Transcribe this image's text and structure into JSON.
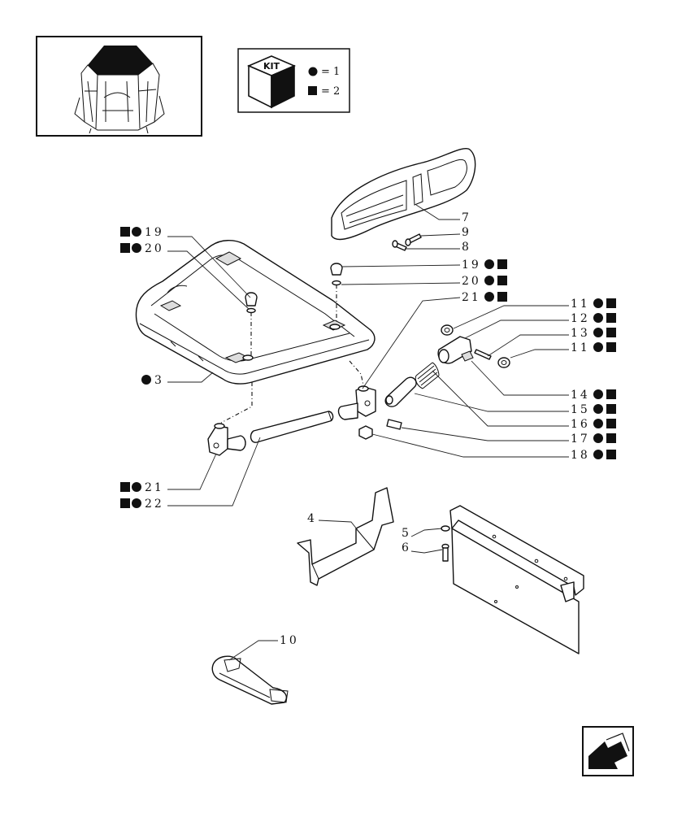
{
  "kit_legend": {
    "kit_label": "KIT",
    "circle_value": "1",
    "square_value": "2",
    "equals": "="
  },
  "callouts": [
    {
      "id": "c7",
      "number": "7",
      "circle": false,
      "square": false,
      "side": "right"
    },
    {
      "id": "c9",
      "number": "9",
      "circle": false,
      "square": false,
      "side": "right"
    },
    {
      "id": "c8",
      "number": "8",
      "circle": false,
      "square": false,
      "side": "right"
    },
    {
      "id": "c19r",
      "number": "19",
      "circle": true,
      "square": true,
      "side": "right"
    },
    {
      "id": "c20r",
      "number": "20",
      "circle": true,
      "square": true,
      "side": "right"
    },
    {
      "id": "c21r",
      "number": "21",
      "circle": true,
      "square": true,
      "side": "right"
    },
    {
      "id": "c11a",
      "number": "11",
      "circle": true,
      "square": true,
      "side": "right"
    },
    {
      "id": "c12",
      "number": "12",
      "circle": true,
      "square": true,
      "side": "right"
    },
    {
      "id": "c13",
      "number": "13",
      "circle": true,
      "square": true,
      "side": "right"
    },
    {
      "id": "c11b",
      "number": "11",
      "circle": true,
      "square": true,
      "side": "right"
    },
    {
      "id": "c14",
      "number": "14",
      "circle": true,
      "square": true,
      "side": "right"
    },
    {
      "id": "c15",
      "number": "15",
      "circle": true,
      "square": true,
      "side": "right"
    },
    {
      "id": "c16",
      "number": "16",
      "circle": true,
      "square": true,
      "side": "right"
    },
    {
      "id": "c17",
      "number": "17",
      "circle": true,
      "square": true,
      "side": "right"
    },
    {
      "id": "c18",
      "number": "18",
      "circle": true,
      "square": true,
      "side": "right"
    },
    {
      "id": "c19l",
      "number": "19",
      "circle": true,
      "square": true,
      "side": "left"
    },
    {
      "id": "c20l",
      "number": "20",
      "circle": true,
      "square": true,
      "side": "left"
    },
    {
      "id": "c3",
      "number": "3",
      "circle": true,
      "square": false,
      "side": "left"
    },
    {
      "id": "c21l",
      "number": "21",
      "circle": true,
      "square": true,
      "side": "left"
    },
    {
      "id": "c22l",
      "number": "22",
      "circle": true,
      "square": true,
      "side": "left"
    },
    {
      "id": "c4",
      "number": "4",
      "circle": false,
      "square": false,
      "side": "left"
    },
    {
      "id": "c5",
      "number": "5",
      "circle": false,
      "square": false,
      "side": "left"
    },
    {
      "id": "c6",
      "number": "6",
      "circle": false,
      "square": false,
      "side": "left"
    },
    {
      "id": "c10",
      "number": "10",
      "circle": false,
      "square": false,
      "side": "right"
    }
  ],
  "icons": {
    "thumbnail": "tractor-cab-roof-icon",
    "kit": "kit-box-icon",
    "nav": "back-arrow-icon"
  }
}
